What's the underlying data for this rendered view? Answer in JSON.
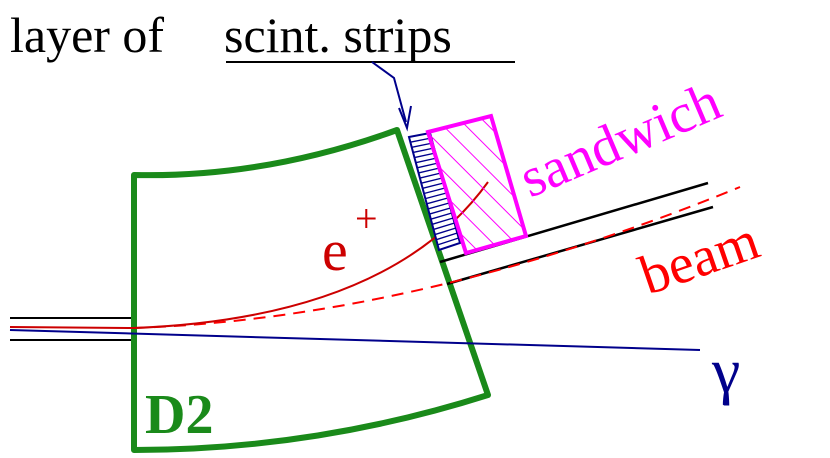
{
  "labels": {
    "layer_prefix": "layer of",
    "layer_underlined": "scint. strips",
    "sandwich": "sandwich",
    "positron": "e",
    "positron_charge": "+",
    "beam": "beam",
    "photon": "γ",
    "magnet": "D2"
  },
  "colors": {
    "text": "#000000",
    "magnet": "#1a8a1a",
    "sandwich": "#ff00ff",
    "positron": "#cc0000",
    "beam_label": "#ff0000",
    "beam_pipe": "#000000",
    "beam_dashed": "#ff0000",
    "photon": "#00008b",
    "strips": "#00008b",
    "pointer": "#00008b"
  },
  "icons": {
    "strip_layer": "hatched-strip-layer",
    "sandwich": "hatched-calorimeter-block",
    "pointer": "leader-arrow"
  }
}
